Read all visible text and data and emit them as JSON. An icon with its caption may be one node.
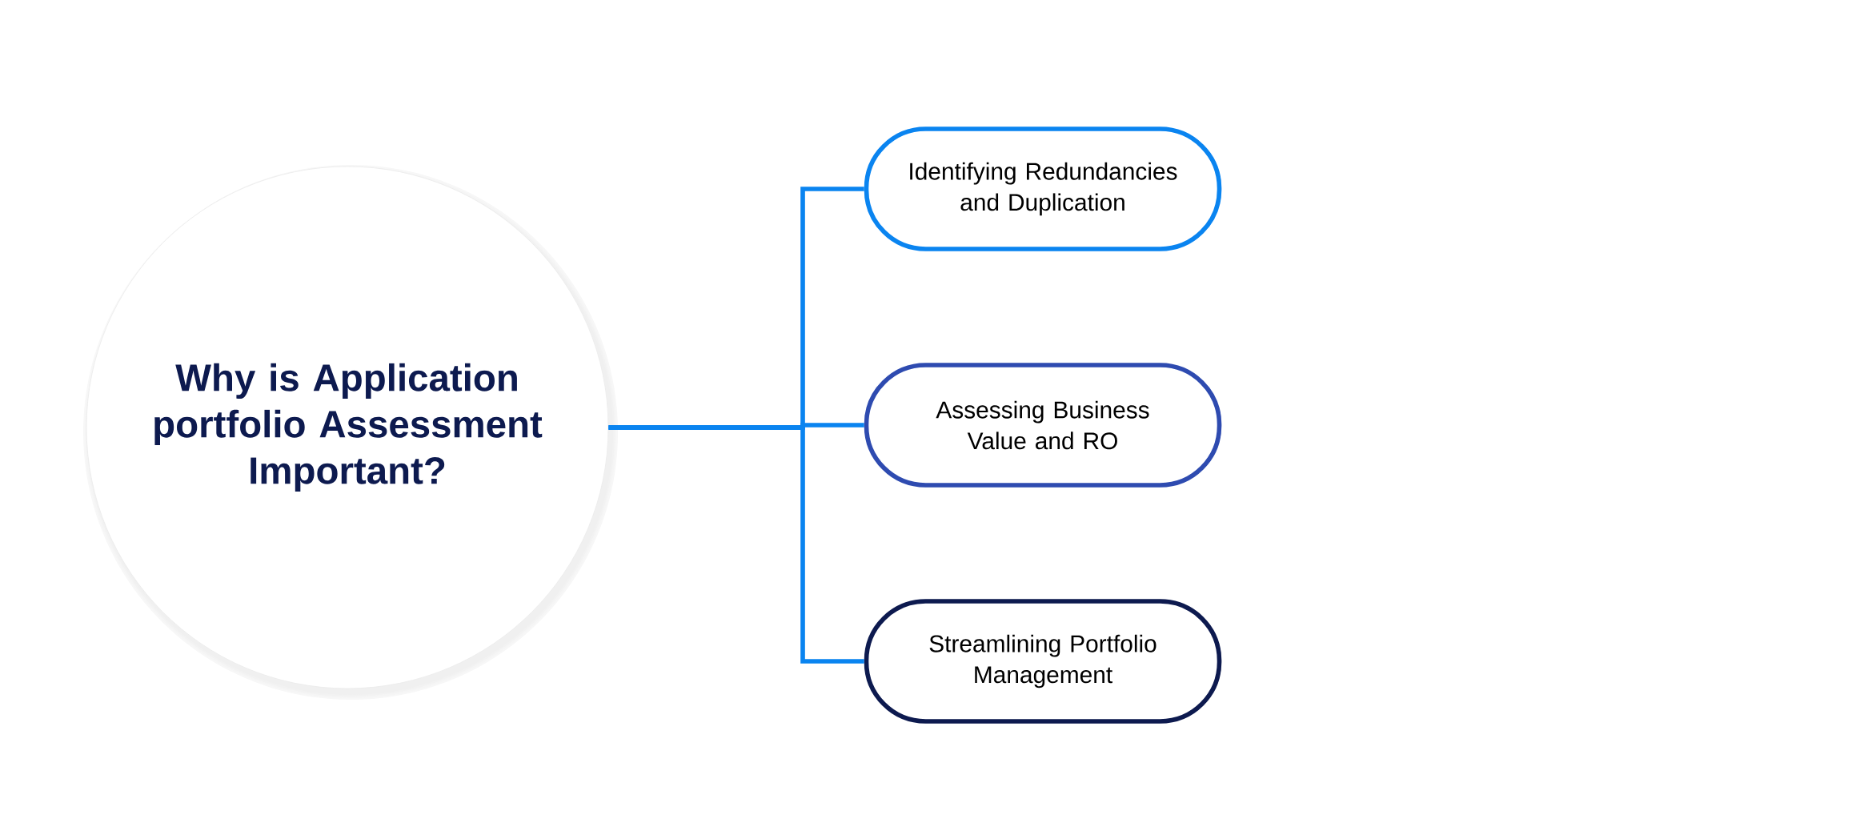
{
  "diagram": {
    "nodes": [
      {
        "text": [
          "Why is Application portfolio Assessment Important?"
        ]
      },
      {
        "text": [
          "Identifying Redundancies and Duplication"
        ]
      },
      {
        "text": [
          "Assessing Business Value and RO"
        ]
      },
      {
        "text": [
          "Streamlining Portfolio Management"
        ]
      }
    ],
    "edges": [
      {
        "from": 0,
        "to": 1,
        "arrow": "none"
      },
      {
        "from": 0,
        "to": 2,
        "arrow": "none"
      },
      {
        "from": 0,
        "to": 3,
        "arrow": "none"
      }
    ]
  }
}
